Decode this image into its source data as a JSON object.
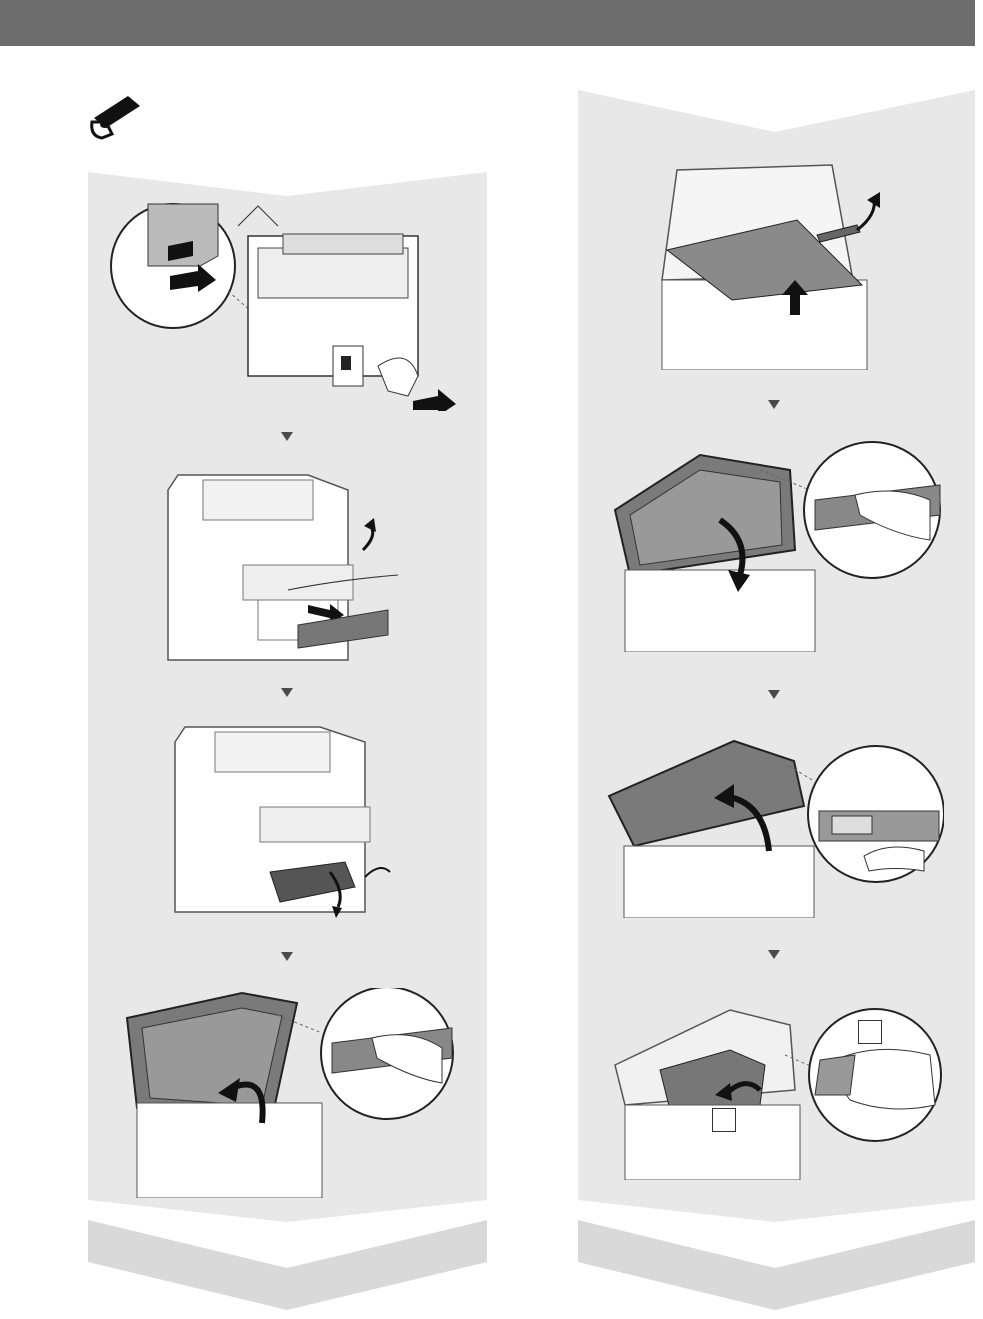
{
  "colors": {
    "header": "#6d6d6d",
    "panel": "#e8e8e8",
    "panel_edge": "#d3d3d3",
    "ink": "#333333"
  },
  "header": {
    "title": ""
  },
  "icons": {
    "tape": "tape-icon",
    "step_arrow": "down-triangle-icon"
  },
  "left_column": {
    "steps": [
      {
        "illustration": "machine-rear-lift-illustration"
      },
      {
        "illustration": "remove-front-tape-illustration"
      },
      {
        "illustration": "open-front-cover-illustration"
      },
      {
        "illustration": "lift-feeder-illustration"
      }
    ]
  },
  "right_column": {
    "steps": [
      {
        "illustration": "remove-platen-sheet-illustration"
      },
      {
        "illustration": "close-feeder-illustration"
      },
      {
        "illustration": "lift-operation-panel-illustration"
      },
      {
        "illustration": "open-toner-cover-illustration",
        "labels": [
          "",
          ""
        ]
      }
    ]
  }
}
